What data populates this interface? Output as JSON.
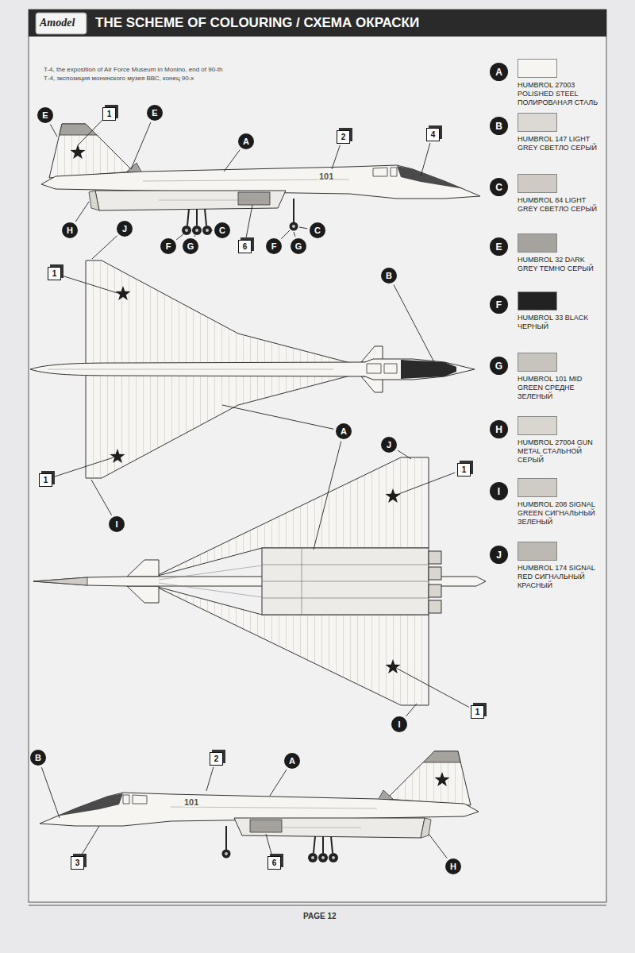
{
  "diagram": {
    "title": "THE SCHEME OF COLOURING / СХЕМА ОКРАСКИ",
    "nodes": [
      {
        "text": [
          "E"
        ]
      },
      {
        "text": [
          "1"
        ]
      },
      {
        "text": [
          "E"
        ]
      },
      {
        "text": [
          "2"
        ]
      },
      {
        "text": [
          "4"
        ]
      },
      {
        "text": [
          "A"
        ]
      },
      {
        "text": [
          "H"
        ]
      },
      {
        "text": [
          "J"
        ]
      },
      {
        "text": [
          "C"
        ]
      },
      {
        "text": [
          "C"
        ]
      },
      {
        "text": [
          "F"
        ]
      },
      {
        "text": [
          "G"
        ]
      },
      {
        "text": [
          "6"
        ]
      },
      {
        "text": [
          "F"
        ]
      },
      {
        "text": [
          "G"
        ]
      },
      {
        "text": [
          "1"
        ]
      },
      {
        "text": [
          "B"
        ]
      },
      {
        "text": [
          "A"
        ]
      },
      {
        "text": [
          "J"
        ]
      },
      {
        "text": [
          "1"
        ]
      },
      {
        "text": [
          "1"
        ]
      },
      {
        "text": [
          "I"
        ]
      },
      {
        "text": [
          "1"
        ]
      },
      {
        "text": [
          "I"
        ]
      },
      {
        "text": [
          "B"
        ]
      },
      {
        "text": [
          "2"
        ]
      },
      {
        "text": [
          "A"
        ]
      },
      {
        "text": [
          "3"
        ]
      },
      {
        "text": [
          "6"
        ]
      },
      {
        "text": [
          "H"
        ]
      },
      {
        "text": [
          "A"
        ]
      },
      {
        "text": [
          "B"
        ]
      },
      {
        "text": [
          "C"
        ]
      },
      {
        "text": [
          "E"
        ]
      },
      {
        "text": [
          "F"
        ]
      },
      {
        "text": [
          "G"
        ]
      },
      {
        "text": [
          "H"
        ]
      },
      {
        "text": [
          "I"
        ]
      },
      {
        "text": [
          "J"
        ]
      }
    ],
    "labels": [
      "Amodel",
      "T-4, the exposition of Air Force Museum in Monino, end of 90-th",
      "Т-4, экспозиция монинского музея ВВС, конец 90-х",
      "101",
      "101",
      "PAGE 12"
    ],
    "legend": [
      {
        "text": "HUMBROL 27003 POLISHED STEEL ПОЛИРОВАНАЯ СТАЛЬ",
        "color": "#f6f5f2"
      },
      {
        "text": "HUMBROL 147 LIGHT GREY СВЕТЛО СЕРЫЙ",
        "color": "#dcd8d3"
      },
      {
        "text": "HUMBROL 84 LIGHT GREY СВЕТЛО СЕРЫЙ",
        "color": "#cfcac4"
      },
      {
        "text": "HUMBROL 32 DARK GREY ТЕМНО СЕРЫЙ",
        "color": "#a6a39f"
      },
      {
        "text": "HUMBROL 33 BLACK ЧЕРНЫЙ",
        "color": "#222222"
      },
      {
        "text": "HUMBROL 101 MID GREEN СРЕДНЕ ЗЕЛЕНЫЙ",
        "color": "#c7c4bd"
      },
      {
        "text": "HUMBROL 27004 GUN METAL СТАЛЬНОЙ СЕРЫЙ",
        "color": "#d9d5cf"
      },
      {
        "text": "HUMBROL 208 SIGNAL GREEN СИГНАЛЬНЫЙ ЗЕЛЕНЫЙ",
        "color": "#cfccc6"
      },
      {
        "text": "HUMBROL 174 SIGNAL RED СИГНАЛЬНЫЙ КРАСНЫЙ",
        "color": "#bcb8b2"
      }
    ]
  }
}
